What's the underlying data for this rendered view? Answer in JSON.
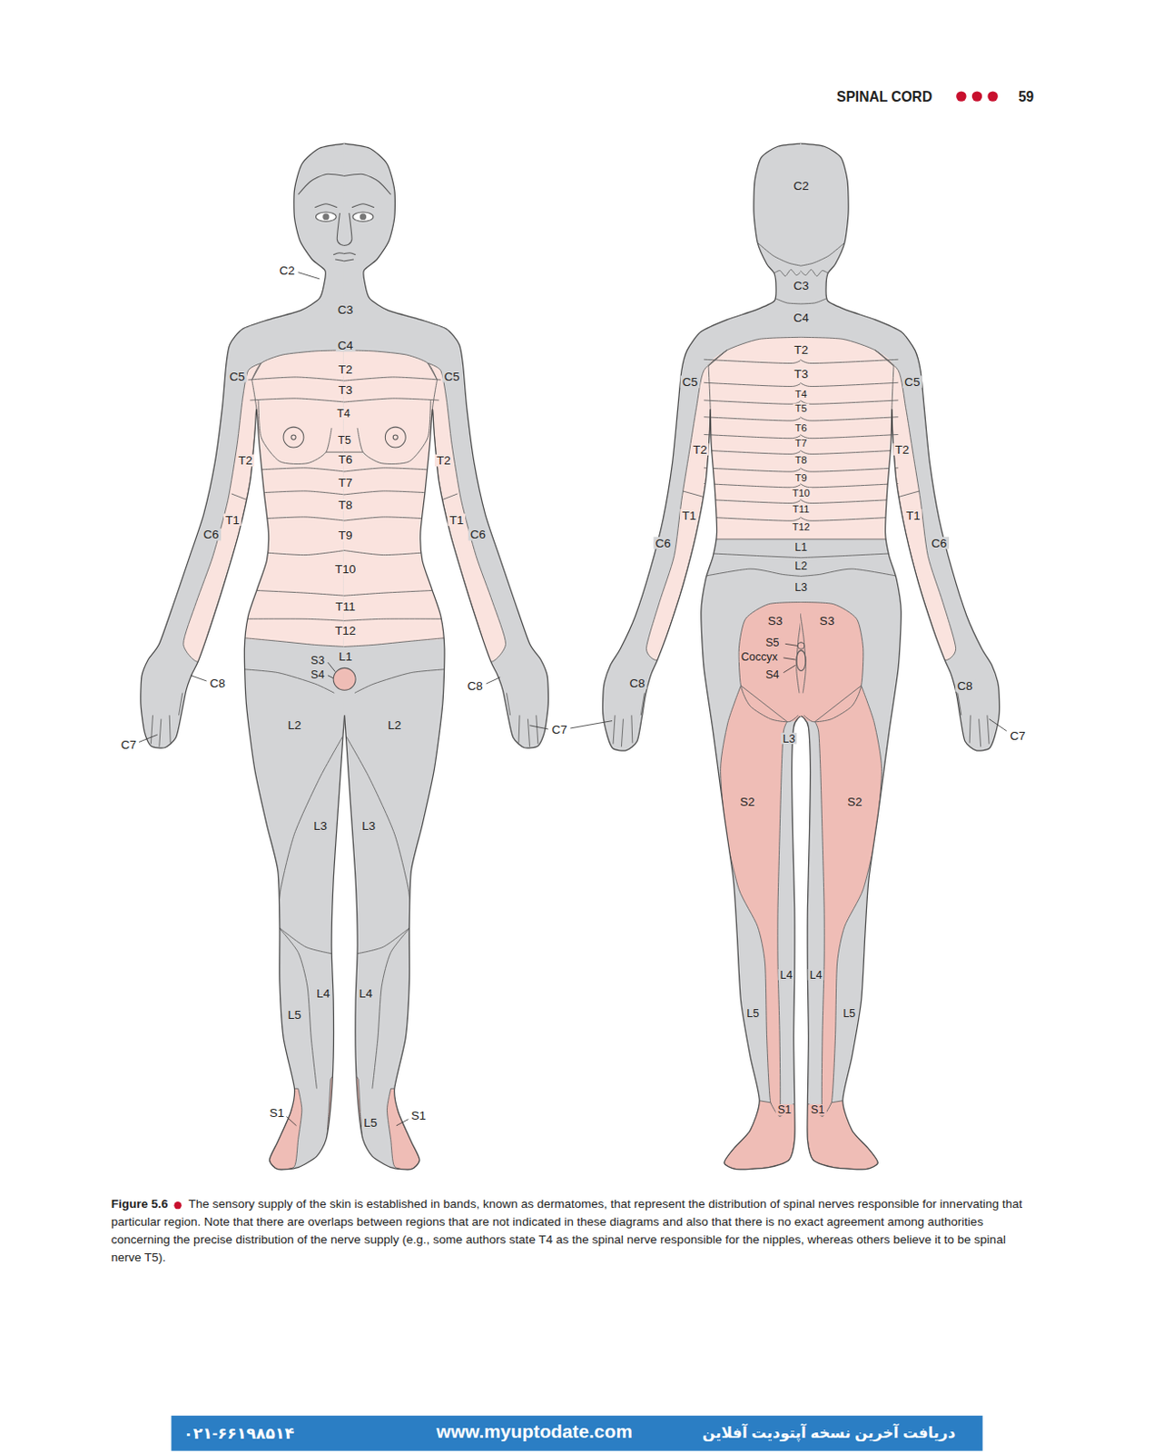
{
  "diagram": {
    "caption": "The sensory supply of the skin is established in bands, known as dermatomes, that represent the distribution of spinal nerves responsible for innervating that particular region. Note that there are overlaps between regions that are not indicated in these diagrams and also that there is no exact agreement among authorities concerning the precise distribution of the nerve supply (e.g., some authors state T4 as the spinal nerve responsible for the nipples, whereas others believe it to be spinal nerve T5).",
    "labels": [
      "SPINAL CORD",
      "59",
      "Figure 5.6",
      "C2",
      "C3",
      "C4",
      "C5",
      "C5",
      "T2",
      "T3",
      "T4",
      "T5",
      "T6",
      "T7",
      "T8",
      "T9",
      "T10",
      "T11",
      "T12",
      "T2",
      "T2",
      "T1",
      "T1",
      "C6",
      "C6",
      "L1",
      "S3",
      "S4",
      "C8",
      "C8",
      "C7",
      "C7",
      "L2",
      "L2",
      "L3",
      "L3",
      "L5",
      "L4",
      "L4",
      "S1",
      "L5",
      "S1",
      "C2",
      "C3",
      "C4",
      "T2",
      "T3",
      "T4",
      "T5",
      "T6",
      "T7",
      "T8",
      "T9",
      "T10",
      "T11",
      "T12",
      "L1",
      "L2",
      "L3",
      "C5",
      "C5",
      "T2",
      "T2",
      "T1",
      "T1",
      "C6",
      "C6",
      "S3",
      "S3",
      "S5",
      "Coccyx",
      "S4",
      "C8",
      "C8",
      "C7",
      "L3",
      "S2",
      "S2",
      "L4",
      "L4",
      "L5",
      "L5",
      "S1",
      "S1",
      "۰۲۱-۶۶۱۹۸۵۱۴",
      "www.myuptodate.com",
      "دریافت آخرین نسخه آپتودیت آفلاین"
    ]
  }
}
